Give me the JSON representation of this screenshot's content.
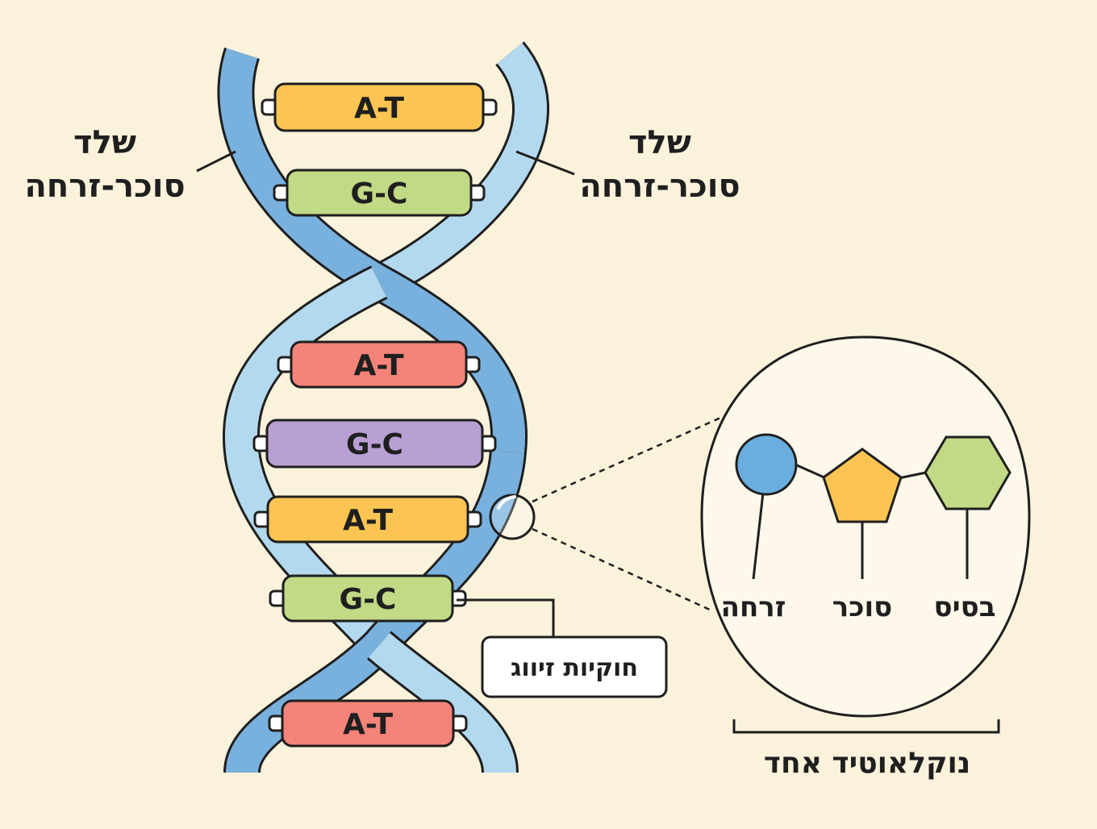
{
  "strand_labels": {
    "left": {
      "line1": "שלד",
      "line2": "סוכר-זרחה"
    },
    "right": {
      "line1": "שלד",
      "line2": "סוכר-זרחה"
    }
  },
  "base_pairs": [
    {
      "label": "A-T",
      "color": "#fcc553"
    },
    {
      "label": "G-C",
      "color": "#c2d985"
    },
    {
      "label": "A-T",
      "color": "#f4837a"
    },
    {
      "label": "G-C",
      "color": "#b9a0d4"
    },
    {
      "label": "A-T",
      "color": "#fcc553"
    },
    {
      "label": "G-C",
      "color": "#c2d985"
    },
    {
      "label": "A-T",
      "color": "#f4837a"
    }
  ],
  "callout": {
    "pairing_rules": "חוקיות זיווג"
  },
  "nucleotide": {
    "phosphate_label": "זרחה",
    "sugar_label": "סוכר",
    "base_label": "בסיס",
    "caption": "נוקלאוטיד אחד",
    "colors": {
      "phosphate": "#6aaee0",
      "sugar": "#fcc553",
      "base": "#c2d985"
    }
  },
  "colors": {
    "background": "#fbf2dc",
    "strand_dark": "#79b1de",
    "strand_light": "#b3d9ee",
    "outline": "#1f1f1f",
    "inset_fill": "#fdf8ea"
  }
}
